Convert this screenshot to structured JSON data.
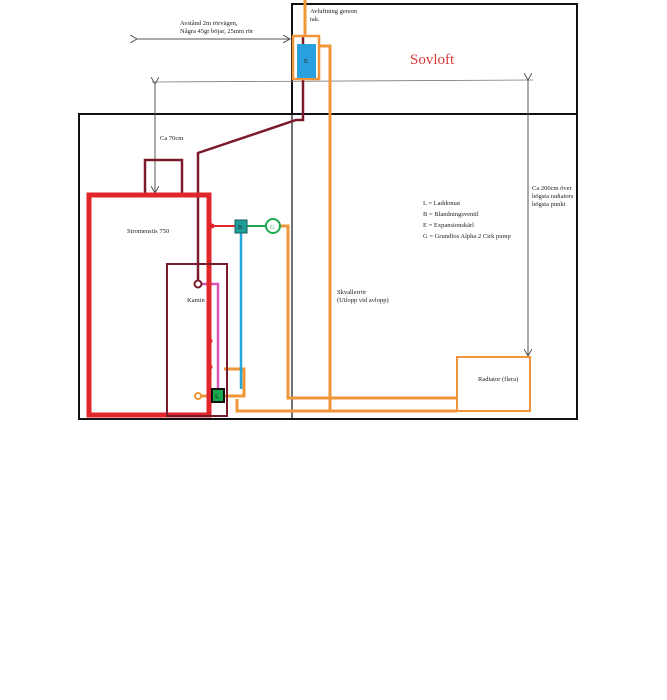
{
  "labels": {
    "avstand_line1": "Avstånd 2m rörvägen,",
    "avstand_line2": "Några 45gr böjar, 25mm rör",
    "avluftning_line1": "Avluftning genom",
    "avluftning_line2": "tak.",
    "sovloft": "Sovloft",
    "ca70": "Ca 70cm",
    "ca200_line1": "Ca 200cm över",
    "ca200_line2": "högsta radiators",
    "ca200_line3": "högsta punkt",
    "legend_l": "L = Laddomat",
    "legend_b": "B = Blandningsventil",
    "legend_e": "E = Expansionskärl",
    "legend_g": "G = Grundfos Alpha 2 Cirk pump",
    "skvallror_line1": "Skvallerrör",
    "skvallror_line2": "(Utlopp vid avlopp)",
    "tank": "Stromensiis 750",
    "kamin": "Kamin",
    "radiator": "Radiator (flera)",
    "e_box": "E",
    "b_box": "B",
    "g_circle": "G",
    "l_box": "L"
  },
  "colors": {
    "wall": "#111111",
    "flue": "#7a1a2a",
    "tank": "#e0262b",
    "pipe_orange": "#f0953a",
    "pipe_blue": "#25a6d9",
    "pipe_pink": "#d855b5",
    "expansion": "#2aa0df",
    "mixing_valve": "#1f9d9a",
    "pump": "#1faa52",
    "laddomat": "#1aa84c",
    "dimension": "#555555"
  }
}
